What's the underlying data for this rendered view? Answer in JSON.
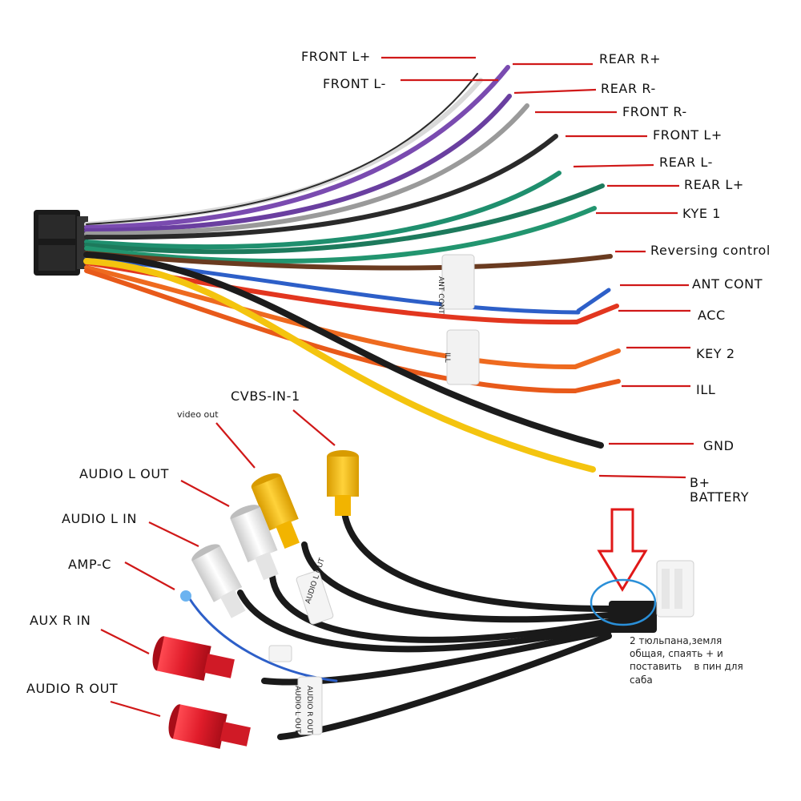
{
  "upper_harness": {
    "labels": [
      {
        "key": "front_l_plus_top",
        "text": "FRONT L+"
      },
      {
        "key": "front_l_minus",
        "text": "FRONT L-"
      },
      {
        "key": "rear_r_plus",
        "text": "REAR R+"
      },
      {
        "key": "rear_r_minus",
        "text": "REAR R-"
      },
      {
        "key": "front_r_minus",
        "text": "FRONT R-"
      },
      {
        "key": "front_l_plus",
        "text": "FRONT L+"
      },
      {
        "key": "rear_l_minus",
        "text": "REAR L-"
      },
      {
        "key": "rear_l_plus",
        "text": "REAR L+"
      },
      {
        "key": "kye_1",
        "text": "KYE 1"
      },
      {
        "key": "reversing_control",
        "text": "Reversing control"
      },
      {
        "key": "ant_cont",
        "text": "ANT CONT"
      },
      {
        "key": "acc",
        "text": "ACC"
      },
      {
        "key": "key_2",
        "text": "KEY 2"
      },
      {
        "key": "ill",
        "text": "ILL"
      },
      {
        "key": "gnd",
        "text": "GND"
      },
      {
        "key": "b_plus",
        "text": "B+"
      },
      {
        "key": "battery",
        "text": "BATTERY"
      }
    ],
    "wire_colors": {
      "white": "#ececec",
      "purple": "#7a4bb0",
      "grey": "#9a9a9a",
      "black": "#1c1c1c",
      "green": "#1f8f6e",
      "brown": "#6a3b20",
      "blue": "#2d5fc8",
      "red": "#e2361f",
      "orange": "#ee6a1f",
      "yellow": "#f4c40f"
    },
    "sleeve_texts": [
      "ANT CONT",
      "ILL"
    ]
  },
  "lower_harness": {
    "labels": [
      {
        "key": "cvbs_in_1",
        "text": "CVBS-IN-1"
      },
      {
        "key": "video_out",
        "text": "video out"
      },
      {
        "key": "audio_l_out",
        "text": "AUDIO L OUT"
      },
      {
        "key": "audio_l_in",
        "text": "AUDIO L IN"
      },
      {
        "key": "amp_c",
        "text": "AMP-C"
      },
      {
        "key": "aux_r_in",
        "text": "AUX R IN"
      },
      {
        "key": "audio_r_out",
        "text": "AUDIO R OUT"
      }
    ],
    "sleeve_texts": [
      "AUDIO L OUT",
      "AUDIO L OUT",
      "AUDIO R OUT"
    ],
    "note": {
      "line1": "2 тюльпана,земля",
      "line2": "общая, спаять + и",
      "line3": "поставить    в пин для",
      "line4": "саба"
    },
    "connector_colors": {
      "yellow": "#f2b400",
      "white": "#eeeeee",
      "red": "#e01c2a",
      "cable": "#1a1a1a"
    },
    "annotation_colors": {
      "arrow": "#e01818",
      "circle": "#2a8fd8",
      "leader": "#d01818"
    }
  }
}
